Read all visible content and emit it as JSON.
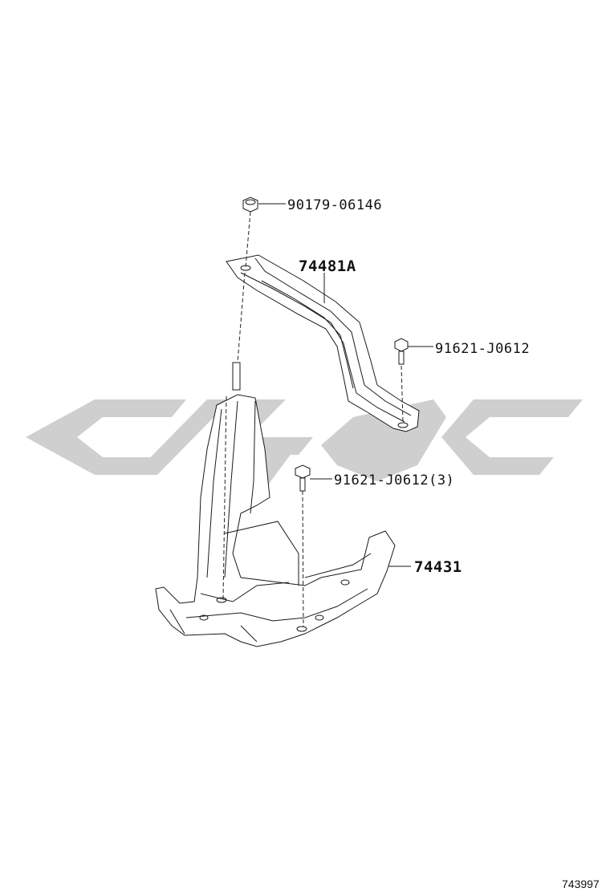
{
  "diagram": {
    "parts": [
      {
        "number": "90179-06146",
        "type": "nut"
      },
      {
        "number": "74481A",
        "type": "battery-clamp"
      },
      {
        "number": "91621-J0612",
        "type": "bolt"
      },
      {
        "number": "91621-J0612(3)",
        "type": "bolt"
      },
      {
        "number": "74431",
        "type": "battery-tray"
      }
    ],
    "reference_number": "743997",
    "watermark_color": "#cfcfcf",
    "line_color": "#1a1a1a"
  }
}
